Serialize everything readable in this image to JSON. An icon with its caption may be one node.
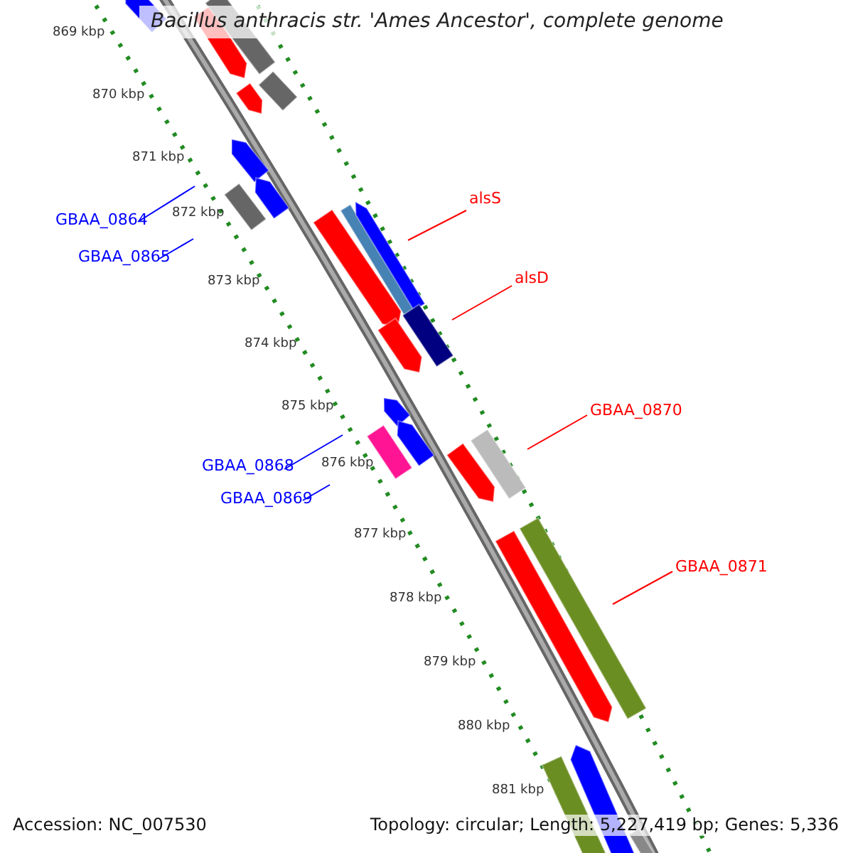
{
  "diagram": {
    "title": "Bacillus anthracis str. 'Ames Ancestor', complete genome",
    "nodes": [
      {
        "text": [
          "alsS"
        ]
      },
      {
        "text": [
          "GBAA_0864"
        ]
      },
      {
        "text": [
          "GBAA_0865"
        ]
      },
      {
        "text": [
          "alsD"
        ]
      },
      {
        "text": [
          "GBAA_0870"
        ]
      },
      {
        "text": [
          "GBAA_0868"
        ]
      },
      {
        "text": [
          "GBAA_0869"
        ]
      },
      {
        "text": [
          "GBAA_0871"
        ]
      }
    ],
    "edges": [
      {
        "from": 0,
        "to": null,
        "arrow": "none",
        "color": "#ff0000"
      },
      {
        "from": 1,
        "to": null,
        "arrow": "none",
        "color": "#0000ff"
      },
      {
        "from": 2,
        "to": null,
        "arrow": "none",
        "color": "#0000ff"
      },
      {
        "from": 3,
        "to": null,
        "arrow": "none",
        "color": "#ff0000"
      },
      {
        "from": 4,
        "to": null,
        "arrow": "none",
        "color": "#ff0000"
      },
      {
        "from": 5,
        "to": null,
        "arrow": "none",
        "color": "#0000ff"
      },
      {
        "from": 6,
        "to": null,
        "arrow": "none",
        "color": "#0000ff"
      },
      {
        "from": 7,
        "to": null,
        "arrow": "none",
        "color": "#ff0000"
      }
    ],
    "labels": [
      "869 kbp",
      "870 kbp",
      "871 kbp",
      "872 kbp",
      "873 kbp",
      "874 kbp",
      "875 kbp",
      "876 kbp",
      "877 kbp",
      "878 kbp",
      "879 kbp",
      "880 kbp",
      "881 kbp",
      "Accession: NC_007530",
      "Topology: circular; Length: 5,227,419 bp; Genes: 5,336"
    ]
  }
}
